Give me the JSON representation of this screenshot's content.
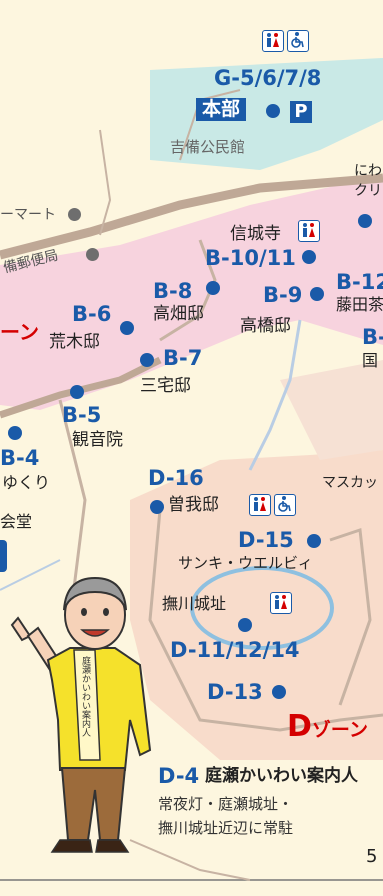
{
  "map": {
    "facility_labels": {
      "kibi_hall": "吉備公民館",
      "mart": "ーマート",
      "post_office": "備郵便局",
      "niwa_clinic_1": "にわ",
      "niwa_clinic_2": "クリ",
      "masukatto": "マスカッ",
      "kaido": "会堂",
      "sanki_wellbe": "サンキ・ウエルビィ",
      "castle_ruins": "撫川城址"
    },
    "headquarters": {
      "code": "G-5/6/7/8",
      "label": "本部",
      "parking": "P"
    },
    "sites": [
      {
        "code": "B-10/11",
        "name": "信城寺"
      },
      {
        "code": "B-12",
        "name": "藤田茶"
      },
      {
        "code": "B-8",
        "name": "高畑邸"
      },
      {
        "code": "B-9",
        "name": "高橋邸"
      },
      {
        "code": "B-6",
        "name": "荒木邸"
      },
      {
        "code": "B-7",
        "name": "三宅邸"
      },
      {
        "code": "B-5",
        "name": "観音院"
      },
      {
        "code": "B-4",
        "name": "ゆくり"
      },
      {
        "code": "B-",
        "name": "国"
      },
      {
        "code": "D-16",
        "name": "曽我邸"
      },
      {
        "code": "D-15",
        "name": ""
      },
      {
        "code": "D-11/12/14",
        "name": ""
      },
      {
        "code": "D-13",
        "name": ""
      }
    ],
    "zones": {
      "b_zone_fragment": "ーン",
      "d_zone_letter": "D",
      "d_zone_suffix": "ゾーン"
    },
    "info": {
      "code": "D-4",
      "title": "庭瀬かいわい案内人",
      "line1": "常夜灯・庭瀬城址・",
      "line2": "撫川城址近辺に常駐"
    },
    "guide_sash": "庭瀬かいわい案内人",
    "page_number": "5"
  },
  "colors": {
    "site_blue": "#1a5aa8",
    "zone_red": "#d40000",
    "b_zone_pink": "#f7d3de",
    "d_zone_peach": "#f8dccb",
    "hq_teal": "#bfe6e8",
    "road_tan": "#bfa896"
  },
  "icons": [
    "toilet-icon",
    "wheelchair-icon",
    "parking-icon"
  ]
}
